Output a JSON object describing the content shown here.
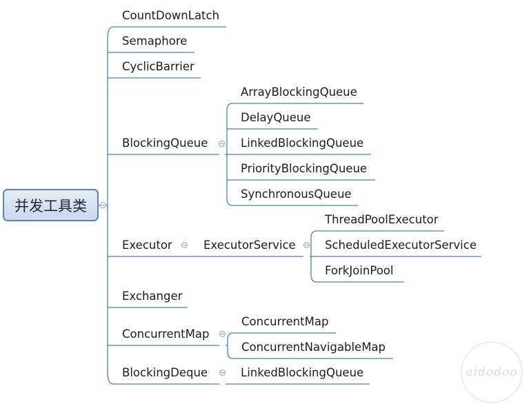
{
  "root": {
    "label": "并发工具类"
  },
  "children": [
    {
      "label": "CountDownLatch"
    },
    {
      "label": "Semaphore"
    },
    {
      "label": "CyclicBarrier"
    },
    {
      "label": "BlockingQueue",
      "children": [
        {
          "label": "ArrayBlockingQueue"
        },
        {
          "label": "DelayQueue"
        },
        {
          "label": "LinkedBlockingQueue"
        },
        {
          "label": "PriorityBlockingQueue"
        },
        {
          "label": "SynchronousQueue"
        }
      ]
    },
    {
      "label": "Executor",
      "children": [
        {
          "label": "ExecutorService",
          "children": [
            {
              "label": "ThreadPoolExecutor"
            },
            {
              "label": "ScheduledExecutorService"
            },
            {
              "label": "ForkJoinPool"
            }
          ]
        }
      ]
    },
    {
      "label": "Exchanger"
    },
    {
      "label": "ConcurrentMap",
      "children": [
        {
          "label": "ConcurrentMap"
        },
        {
          "label": "ConcurrentNavigableMap"
        }
      ]
    },
    {
      "label": "BlockingDeque",
      "children": [
        {
          "label": "LinkedBlockingQueue"
        }
      ]
    }
  ],
  "watermark": "aidodoo",
  "colors": {
    "line": "#4a7fc1",
    "root_border": "#5f83b5",
    "root_fill": "#d6e2f3"
  }
}
